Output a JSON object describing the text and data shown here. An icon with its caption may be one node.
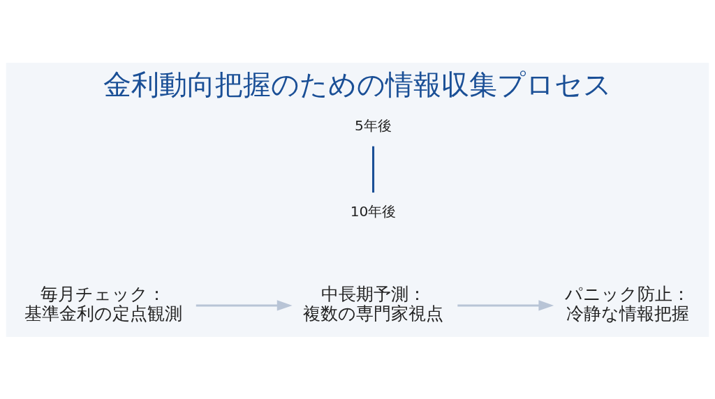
{
  "diagram": {
    "title": "金利動向把握のための情報収集プロセス",
    "nodes": [
      {
        "text": [
          "毎月チェック：",
          "基準金利の定点観測"
        ]
      },
      {
        "text": [
          "中長期予測：",
          "複数の専門家視点"
        ]
      },
      {
        "text": [
          "パニック防止：",
          "冷静な情報把握"
        ]
      }
    ],
    "edges": [
      {
        "from": 0,
        "to": 1,
        "arrow": "to"
      },
      {
        "from": 1,
        "to": 2,
        "arrow": "to"
      }
    ],
    "labels": [
      "5年後",
      "10年後"
    ]
  }
}
